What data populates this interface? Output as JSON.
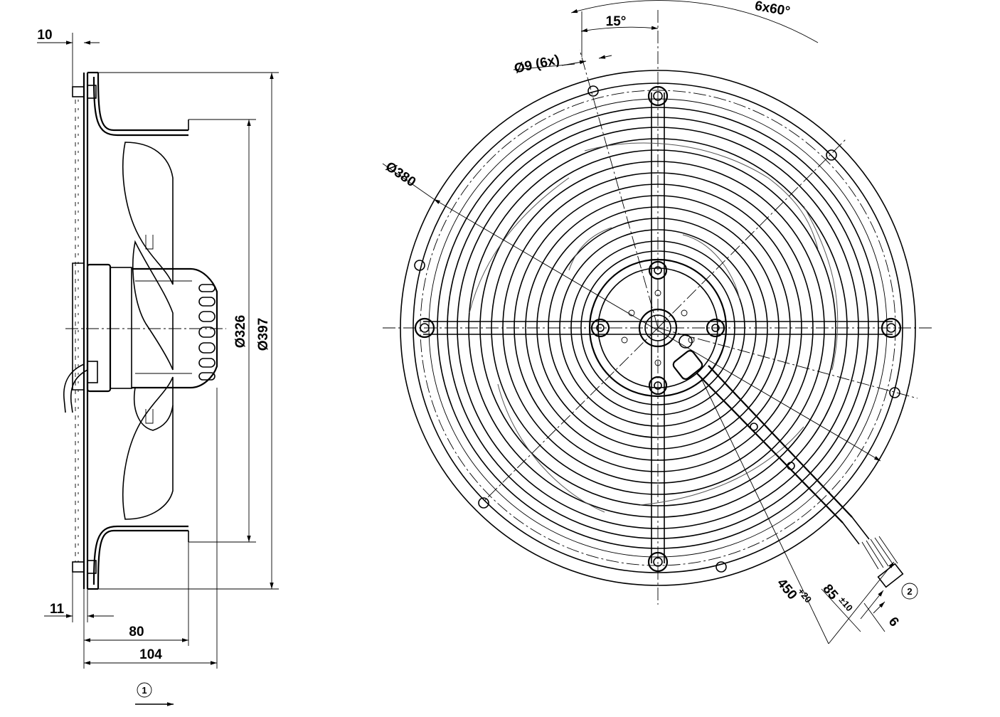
{
  "side_view": {
    "dim_10": "10",
    "dim_11": "11",
    "dim_80": "80",
    "dim_104": "104",
    "dim_d326": "Ø326",
    "dim_d397": "Ø397",
    "airflow_marker": "1"
  },
  "front_view": {
    "dim_15deg": "15°",
    "dim_6x60": "6x60°",
    "dim_d9": "Ø9 (6x)",
    "dim_d380": "Ø380",
    "dim_450": "450",
    "dim_450_tol": "+20",
    "dim_85": "85",
    "dim_85_tol": "±10",
    "dim_6": "6",
    "cable_marker": "2"
  }
}
